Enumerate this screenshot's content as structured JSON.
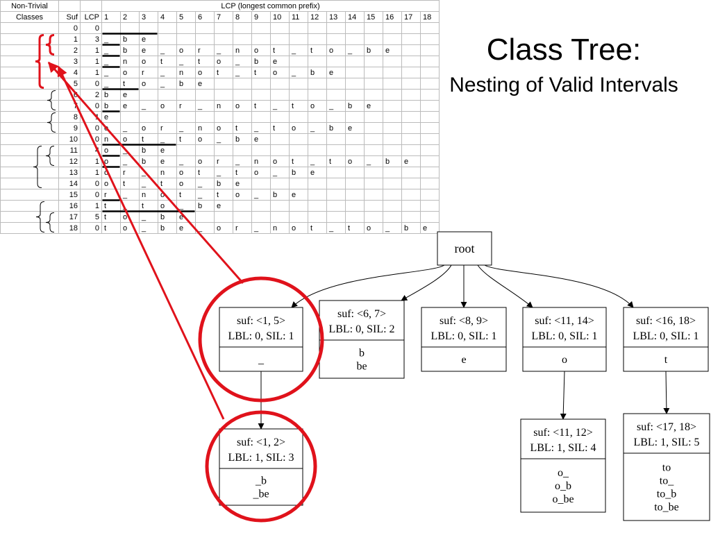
{
  "slide": {
    "title_line1": "Class Tree:",
    "title_line2": "Nesting of Valid Intervals"
  },
  "table": {
    "header": {
      "classes_label_1": "Non-Trivial",
      "classes_label_2": "Classes",
      "suf": "Suf",
      "lcp": "LCP",
      "lcp_group": "LCP (longest common prefix)",
      "columns": [
        "1",
        "2",
        "3",
        "4",
        "5",
        "6",
        "7",
        "8",
        "9",
        "10",
        "11",
        "12",
        "13",
        "14",
        "15",
        "16",
        "17",
        "18"
      ]
    },
    "rows": [
      {
        "suf": "0",
        "lcp": "0",
        "chars": []
      },
      {
        "suf": "1",
        "lcp": "3",
        "chars": [
          "_",
          "b",
          "e"
        ]
      },
      {
        "suf": "2",
        "lcp": "1",
        "chars": [
          "_",
          "b",
          "e",
          "_",
          "o",
          "r",
          "_",
          "n",
          "o",
          "t",
          "_",
          "t",
          "o",
          "_",
          "b",
          "e"
        ]
      },
      {
        "suf": "3",
        "lcp": "1",
        "chars": [
          "_",
          "n",
          "o",
          "t",
          "_",
          "t",
          "o",
          "_",
          "b",
          "e"
        ]
      },
      {
        "suf": "4",
        "lcp": "1",
        "chars": [
          "_",
          "o",
          "r",
          "_",
          "n",
          "o",
          "t",
          "_",
          "t",
          "o",
          "_",
          "b",
          "e"
        ]
      },
      {
        "suf": "5",
        "lcp": "0",
        "chars": [
          "_",
          "t",
          "o",
          "_",
          "b",
          "e"
        ]
      },
      {
        "suf": "6",
        "lcp": "2",
        "chars": [
          "b",
          "e"
        ]
      },
      {
        "suf": "7",
        "lcp": "0",
        "chars": [
          "b",
          "e",
          "_",
          "o",
          "r",
          "_",
          "n",
          "o",
          "t",
          "_",
          "t",
          "o",
          "_",
          "b",
          "e"
        ]
      },
      {
        "suf": "8",
        "lcp": "1",
        "chars": [
          "e"
        ]
      },
      {
        "suf": "9",
        "lcp": "0",
        "chars": [
          "e",
          "_",
          "o",
          "r",
          "_",
          "n",
          "o",
          "t",
          "_",
          "t",
          "o",
          "_",
          "b",
          "e"
        ]
      },
      {
        "suf": "10",
        "lcp": "0",
        "chars": [
          "n",
          "o",
          "t",
          "_",
          "t",
          "o",
          "_",
          "b",
          "e"
        ]
      },
      {
        "suf": "11",
        "lcp": "4",
        "chars": [
          "o",
          "_",
          "b",
          "e"
        ]
      },
      {
        "suf": "12",
        "lcp": "1",
        "chars": [
          "o",
          "_",
          "b",
          "e",
          "_",
          "o",
          "r",
          "_",
          "n",
          "o",
          "t",
          "_",
          "t",
          "o",
          "_",
          "b",
          "e"
        ]
      },
      {
        "suf": "13",
        "lcp": "1",
        "chars": [
          "o",
          "r",
          "_",
          "n",
          "o",
          "t",
          "_",
          "t",
          "o",
          "_",
          "b",
          "e"
        ]
      },
      {
        "suf": "14",
        "lcp": "0",
        "chars": [
          "o",
          "t",
          "_",
          "t",
          "o",
          "_",
          "b",
          "e"
        ]
      },
      {
        "suf": "15",
        "lcp": "0",
        "chars": [
          "r",
          "_",
          "n",
          "o",
          "t",
          "_",
          "t",
          "o",
          "_",
          "b",
          "e"
        ]
      },
      {
        "suf": "16",
        "lcp": "1",
        "chars": [
          "t",
          "_",
          "t",
          "o",
          "_",
          "b",
          "e"
        ]
      },
      {
        "suf": "17",
        "lcp": "5",
        "chars": [
          "t",
          "o",
          "_",
          "b",
          "e"
        ]
      },
      {
        "suf": "18",
        "lcp": "0",
        "chars": [
          "t",
          "o",
          "_",
          "b",
          "e",
          "_",
          "o",
          "r",
          "_",
          "n",
          "o",
          "t",
          "_",
          "t",
          "o",
          "_",
          "b",
          "e"
        ]
      }
    ]
  },
  "tree": {
    "root": "root",
    "nodes": [
      {
        "id": "n15",
        "suf": "suf: <1, 5>",
        "lbl": "LBL: 0, SIL: 1",
        "items": [
          "_"
        ]
      },
      {
        "id": "n67",
        "suf": "suf: <6, 7>",
        "lbl": "LBL: 0, SIL: 2",
        "items": [
          "b",
          "be"
        ]
      },
      {
        "id": "n89",
        "suf": "suf: <8, 9>",
        "lbl": "LBL: 0, SIL: 1",
        "items": [
          "e"
        ]
      },
      {
        "id": "n1114",
        "suf": "suf: <11, 14>",
        "lbl": "LBL: 0, SIL: 1",
        "items": [
          "o"
        ]
      },
      {
        "id": "n1618",
        "suf": "suf: <16, 18>",
        "lbl": "LBL: 0, SIL: 1",
        "items": [
          "t"
        ]
      },
      {
        "id": "n12",
        "suf": "suf: <1, 2>",
        "lbl": "LBL: 1, SIL: 3",
        "items": [
          "_b",
          "_be"
        ]
      },
      {
        "id": "n1112",
        "suf": "suf: <11, 12>",
        "lbl": "LBL: 1, SIL: 4",
        "items": [
          "o_",
          "o_b",
          "o_be"
        ]
      },
      {
        "id": "n1718",
        "suf": "suf: <17, 18>",
        "lbl": "LBL: 1, SIL: 5",
        "items": [
          "to",
          "to_",
          "to_b",
          "to_be"
        ]
      }
    ]
  },
  "colors": {
    "highlight": "#e0121b",
    "ink": "#000000",
    "grid": "#bbbbbb"
  }
}
